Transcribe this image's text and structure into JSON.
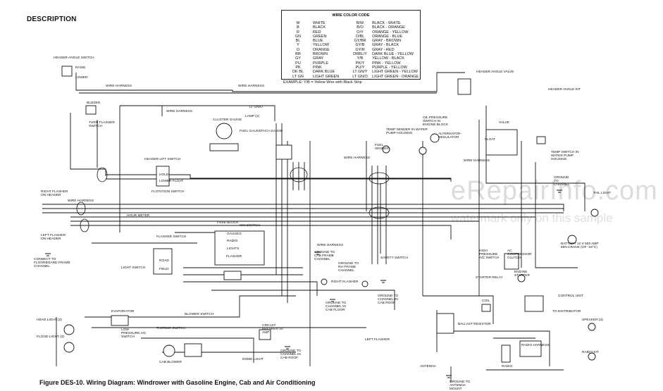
{
  "heading": "DESCRIPTION",
  "caption": "Figure DES-10.  Wiring Diagram:  Windrower with Gasoline Engine, Cab and Air Conditioning",
  "watermark": {
    "site": "eRepairInfo.com",
    "note": "watermark only on this sample"
  },
  "wire_color_code": {
    "title": "WIRE COLOR CODE",
    "left": [
      [
        "W",
        "WHITE"
      ],
      [
        "B",
        "BLACK"
      ],
      [
        "R",
        "RED"
      ],
      [
        "GN",
        "GREEN"
      ],
      [
        "BL",
        "BLUE"
      ],
      [
        "Y",
        "YELLOW"
      ],
      [
        "O",
        "ORANGE"
      ],
      [
        "BR",
        "BROWN"
      ],
      [
        "GY",
        "GRAY"
      ],
      [
        "PU",
        "PURPLE"
      ],
      [
        "PK",
        "PINK"
      ],
      [
        "DK BL",
        "DARK BLUE"
      ],
      [
        "LT GN",
        "LIGHT GREEN"
      ]
    ],
    "right": [
      [
        "B/W",
        "BLACK - WHITE"
      ],
      [
        "B/O",
        "BLACK - ORANGE"
      ],
      [
        "O/Y",
        "ORANGE - YELLOW"
      ],
      [
        "O/BL",
        "ORANGE - BLUE"
      ],
      [
        "GY/BR",
        "GRAY - BROWN"
      ],
      [
        "GY/B",
        "GRAY - BLACK"
      ],
      [
        "GY/R",
        "GRAY - RED"
      ],
      [
        "DRBL/Y",
        "DARK BLUE - YELLOW"
      ],
      [
        "Y/B",
        "YELLOW - BLACK"
      ],
      [
        "PK/Y",
        "PINK - YELLOW"
      ],
      [
        "PU/Y",
        "PURPLE - YELLOW"
      ],
      [
        "LT GN/Y",
        "LIGHT GREEN - YELLOW"
      ],
      [
        "LT GN/O",
        "LIGHT GREEN - ORANGE"
      ]
    ],
    "example": "EXAMPLE:  Y/B = Yellow Wire with Black Strip"
  },
  "labels": [
    {
      "id": "header-angle-switch",
      "text": "HEADER ANGLE SWITCH"
    },
    {
      "id": "raise",
      "text": "RAISE"
    },
    {
      "id": "lower",
      "text": "LOWER"
    },
    {
      "id": "wire-harness-1",
      "text": "WIRE HARNESS"
    },
    {
      "id": "wire-harness-2",
      "text": "WIRE HARNESS"
    },
    {
      "id": "header-angle-valve",
      "text": "HEADER ANGLE VALVE"
    },
    {
      "id": "header-angle-kit",
      "text": "HEADER ANGLE KIT"
    },
    {
      "id": "buzzer",
      "text": "BUZZER"
    },
    {
      "id": "wire-harness-3",
      "text": "WIRE HARNESS"
    },
    {
      "id": "lamp",
      "text": "LAMP (2)"
    },
    {
      "id": "lt-gn-o",
      "text": "LT GN/O"
    },
    {
      "id": "turn-flasher-switch",
      "text": "TURN FLASHER SWITCH"
    },
    {
      "id": "cluster-gauge",
      "text": "CLUSTER GAUGE"
    },
    {
      "id": "fuel-gauge",
      "text": "FUEL GAUGE"
    },
    {
      "id": "tach",
      "text": "TACH GAUGE"
    },
    {
      "id": "oil-pressure-switch",
      "text": "OIL PRESSURE SWITCH IN ENGINE BLOCK"
    },
    {
      "id": "temp-sender",
      "text": "TEMP SENDER IN WATER PUMP HOUSING"
    },
    {
      "id": "alternator-regulator",
      "text": "ALTERNATOR-REGULATOR"
    },
    {
      "id": "fuel-sender",
      "text": "FUEL SENDER"
    },
    {
      "id": "valve",
      "text": "VALVE"
    },
    {
      "id": "float",
      "text": "FLOAT"
    },
    {
      "id": "temp-switch",
      "text": "TEMP SWITCH IN WATER PUMP HOUSING"
    },
    {
      "id": "header-lift-switch",
      "text": "HEADER LIFT SWITCH"
    },
    {
      "id": "hold",
      "text": "HOLD"
    },
    {
      "id": "lower-float",
      "text": "LOWER FLOAT"
    },
    {
      "id": "wire-harness-4",
      "text": "WIRE HARNESS"
    },
    {
      "id": "wire-harness-5",
      "text": "WIRE HARNESS"
    },
    {
      "id": "ground-to-channel",
      "text": "GROUND TO CHANNEL"
    },
    {
      "id": "tail-light",
      "text": "TAIL LIGHT"
    },
    {
      "id": "right-flasher",
      "text": "RIGHT FLASHER ON HEADER"
    },
    {
      "id": "wire-harness-6",
      "text": "WIRE HARNESS"
    },
    {
      "id": "flotation-switch",
      "text": "FLOTATION SWITCH"
    },
    {
      "id": "hour-meter",
      "text": "HOUR METER"
    },
    {
      "id": "left-flasher",
      "text": "LEFT FLASHER ON HEADER"
    },
    {
      "id": "flasher-switch",
      "text": "FLASHER SWITCH"
    },
    {
      "id": "fuse-block",
      "text": "FUSE BLOCK"
    },
    {
      "id": "gauges",
      "text": "GAUGES"
    },
    {
      "id": "radio",
      "text": "RADIO"
    },
    {
      "id": "lights",
      "text": "LIGHTS"
    },
    {
      "id": "ign-switch",
      "text": "IGN SWITCH"
    },
    {
      "id": "flasher",
      "text": "FLASHER"
    },
    {
      "id": "wire-harness-7",
      "text": "WIRE HARNESS"
    },
    {
      "id": "safety-switch",
      "text": "SAFETY SWITCH"
    },
    {
      "id": "high-pressure-switch",
      "text": "HIGH PRESSURE A/C SWITCH"
    },
    {
      "id": "ac-compressor",
      "text": "AC COMPRESSOR CLUTCH"
    },
    {
      "id": "battery",
      "text": "BATTERY 12 V 500 AMP MIN CRANK (OF -18°C)"
    },
    {
      "id": "connect-to-floorboard",
      "text": "CONNECT TO FLOORBOARD FRAME CHANNEL"
    },
    {
      "id": "light-switch",
      "text": "LIGHT SWITCH"
    },
    {
      "id": "road",
      "text": "ROAD"
    },
    {
      "id": "field",
      "text": "FIELD"
    },
    {
      "id": "ground-to-cab-frame",
      "text": "GROUND TO CAB FRAME CHANNEL"
    },
    {
      "id": "ground-to-rh-frame",
      "text": "GROUND TO RH FRAME CHANNEL"
    },
    {
      "id": "right-flasher-2",
      "text": "RIGHT FLASHER"
    },
    {
      "id": "starter-relay",
      "text": "STARTER RELAY"
    },
    {
      "id": "engine-starter",
      "text": "ENGINE STARTER"
    },
    {
      "id": "ground-to-cab-floor",
      "text": "GROUND TO CHANNEL IN CAB FLOOR"
    },
    {
      "id": "ground-to-channel-2",
      "text": "GROUND TO CHANNEL IN CAB ROOF"
    },
    {
      "id": "coil",
      "text": "COIL"
    },
    {
      "id": "control-unit",
      "text": "CONTROL UNIT"
    },
    {
      "id": "to-distributor",
      "text": "TO DISTRIBUTOR"
    },
    {
      "id": "head-light",
      "text": "HEAD LIGHT (2)"
    },
    {
      "id": "flood-light",
      "text": "FLOOD LIGHT (2)"
    },
    {
      "id": "evaporator",
      "text": "EVAPORATOR"
    },
    {
      "id": "low-pressure",
      "text": "LOW PRESSURE A/C SWITCH"
    },
    {
      "id": "thermo-switch",
      "text": "THERMO SWITCH"
    },
    {
      "id": "blower-switch",
      "text": "BLOWER SWITCH"
    },
    {
      "id": "circuit-breaker",
      "text": "CIRCUIT BREAKER 10 AMP"
    },
    {
      "id": "ballast-resistor",
      "text": "BALLAST RESISTOR"
    },
    {
      "id": "left-flasher-2",
      "text": "LEFT FLASHER"
    },
    {
      "id": "radio-harness",
      "text": "RADIO HARNESS"
    },
    {
      "id": "speaker",
      "text": "SPEAKER (2)"
    },
    {
      "id": "radio-kit",
      "text": "RADIO KIT"
    },
    {
      "id": "cab-blower",
      "text": "CAB BLOWER"
    },
    {
      "id": "dome-light",
      "text": "DOME LIGHT"
    },
    {
      "id": "ground-to-channel-roof",
      "text": "GROUND TO CHANNEL IN CAB ROOF"
    },
    {
      "id": "antenna",
      "text": "ANTENNA"
    },
    {
      "id": "ground-antenna-mount",
      "text": "GROUND TO ANTENNA MOUNT"
    },
    {
      "id": "radio-2",
      "text": "RADIO"
    }
  ]
}
